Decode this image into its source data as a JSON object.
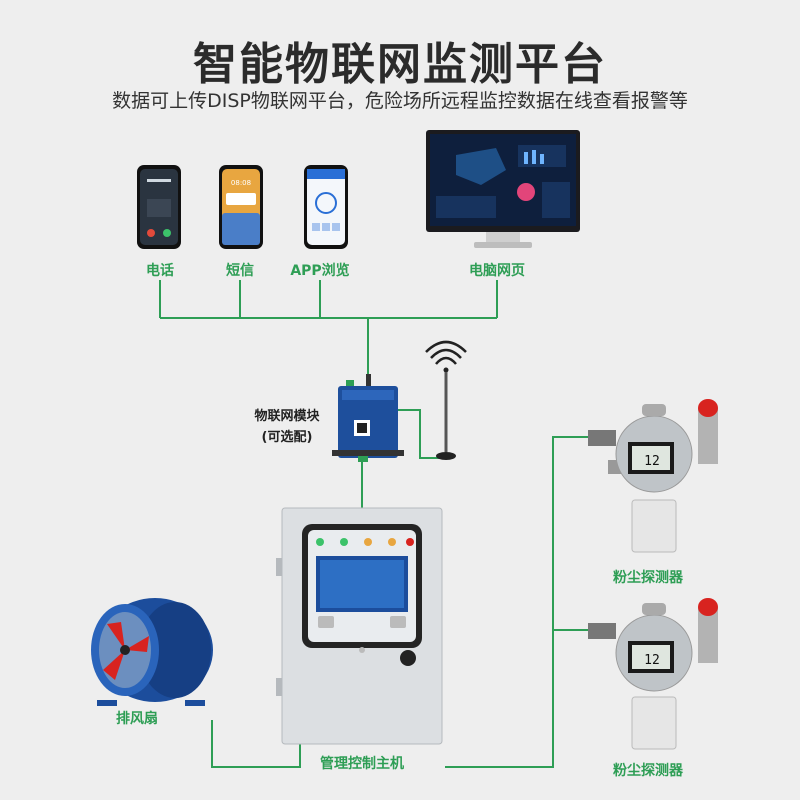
{
  "header": {
    "title": "智能物联网监测平台",
    "subtitle": "数据可上传DISP物联网平台，危险场所远程监控数据在线查看报警等"
  },
  "terminals": [
    {
      "label": "电话",
      "icon": "phone-call-icon"
    },
    {
      "label": "短信",
      "icon": "phone-sms-icon"
    },
    {
      "label": "APP浏览",
      "icon": "phone-app-icon"
    },
    {
      "label": "电脑网页",
      "icon": "computer-monitor-icon"
    }
  ],
  "iot_module": {
    "label": "物联网模块",
    "note": "(可选配)"
  },
  "controller": {
    "label": "管理控制主机"
  },
  "fan": {
    "label": "排风扇"
  },
  "detectors": [
    {
      "label": "粉尘探测器",
      "reading": "12"
    },
    {
      "label": "粉尘探测器",
      "reading": "12"
    }
  ],
  "colors": {
    "line": "#2e9e55",
    "accent_green": "#2e9e55",
    "alarm_red": "#d8231f",
    "fan_blue": "#1c4d9c"
  }
}
